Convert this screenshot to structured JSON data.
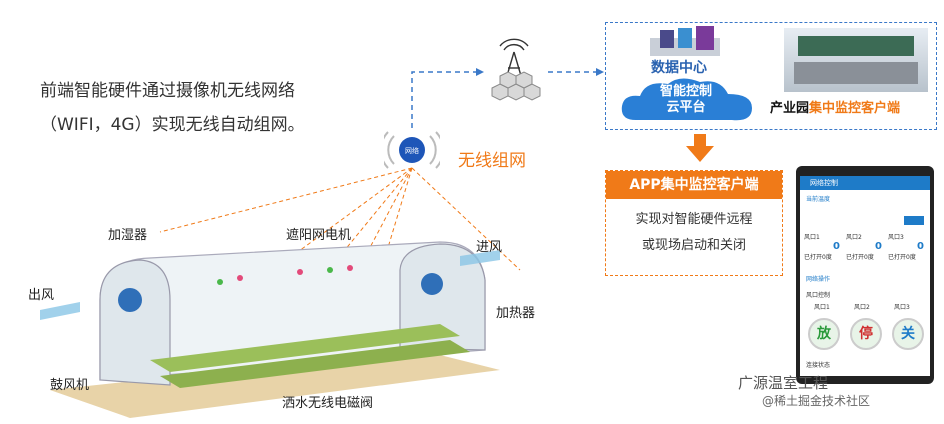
{
  "intro": {
    "line1": "前端智能硬件通过摄像机无线网络",
    "line2": "（WIFI，4G）实现无线自动组网。"
  },
  "wifi_label": "无线组网",
  "wifi_icon_text": "网络",
  "cloud": {
    "data_center": "数据中心",
    "platform_line1": "智能控制",
    "platform_line2": "云平台"
  },
  "park": {
    "prefix": "产业园",
    "highlight": "集中监控客户端"
  },
  "app": {
    "title": "APP集中监控客户端",
    "desc_line1": "实现对智能硬件远程",
    "desc_line2": "或现场启动和关闭"
  },
  "greenhouse": {
    "humidifier": "加湿器",
    "shade_motor": "遮阳网电机",
    "air_in": "进风",
    "air_out": "出风",
    "heater": "加热器",
    "fan": "鼓风机",
    "valve": "洒水无线电磁阀"
  },
  "phone": {
    "title": "网络控制",
    "section1": "当前温度",
    "readings": [
      {
        "label": "风口1",
        "value": "0",
        "sub": "已打开0度"
      },
      {
        "label": "风口2",
        "value": "0",
        "sub": "已打开0度"
      },
      {
        "label": "风口3",
        "value": "0",
        "sub": "已打开0度"
      }
    ],
    "section2": "网络操作",
    "control_label": "风口控制",
    "checks": [
      "风口1",
      "风口2",
      "风口3"
    ],
    "btn_open": "放",
    "btn_stop": "停",
    "btn_close": "关",
    "status": "连接状态"
  },
  "watermark": {
    "line1": "广源温室工程",
    "line2": "@稀土掘金技术社区"
  },
  "colors": {
    "accent": "#f07a18",
    "blue": "#2a62b0"
  }
}
